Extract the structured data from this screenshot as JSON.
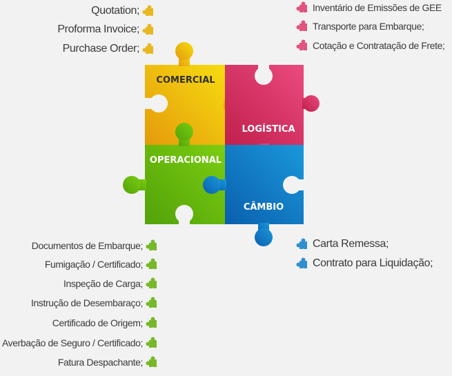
{
  "pieces": {
    "comercial": {
      "label": "COMERCIAL",
      "color": "#f0be16",
      "text_color": "#2f2f2f"
    },
    "logistica": {
      "label": "LOGÍSTICA",
      "color": "#d8325f",
      "text_color": "#ffffff"
    },
    "operacional": {
      "label": "OPERACIONAL",
      "color": "#6cbb14",
      "text_color": "#ffffff"
    },
    "cambio": {
      "label": "CÂMBIO",
      "color": "#1780c6",
      "text_color": "#ffffff"
    }
  },
  "lists": {
    "comercial": {
      "icon": "puzzle-piece-icon",
      "color": "#e8b820",
      "items": [
        "Quotation;",
        "Proforma Invoice;",
        "Purchase Order;"
      ]
    },
    "logistica": {
      "icon": "puzzle-piece-icon",
      "color": "#e0547e",
      "items": [
        "Inventário de Emissões de GEE",
        "Transporte para Embarque;",
        "Cotação e Contratação de Frete;"
      ]
    },
    "operacional": {
      "icon": "puzzle-piece-icon",
      "color": "#77b82a",
      "items": [
        "Documentos de Embarque;",
        "Fumigação / Certificado;",
        "Inspeção de Carga;",
        "Instrução de Desembaraço;",
        "Certificado de Origem;",
        "Averbação de Seguro / Certificado;",
        "Fatura Despachante;"
      ]
    },
    "cambio": {
      "icon": "puzzle-piece-icon",
      "color": "#2f8fd0",
      "items": [
        "Carta Remessa;",
        "Contrato para Liquidação;"
      ]
    }
  }
}
